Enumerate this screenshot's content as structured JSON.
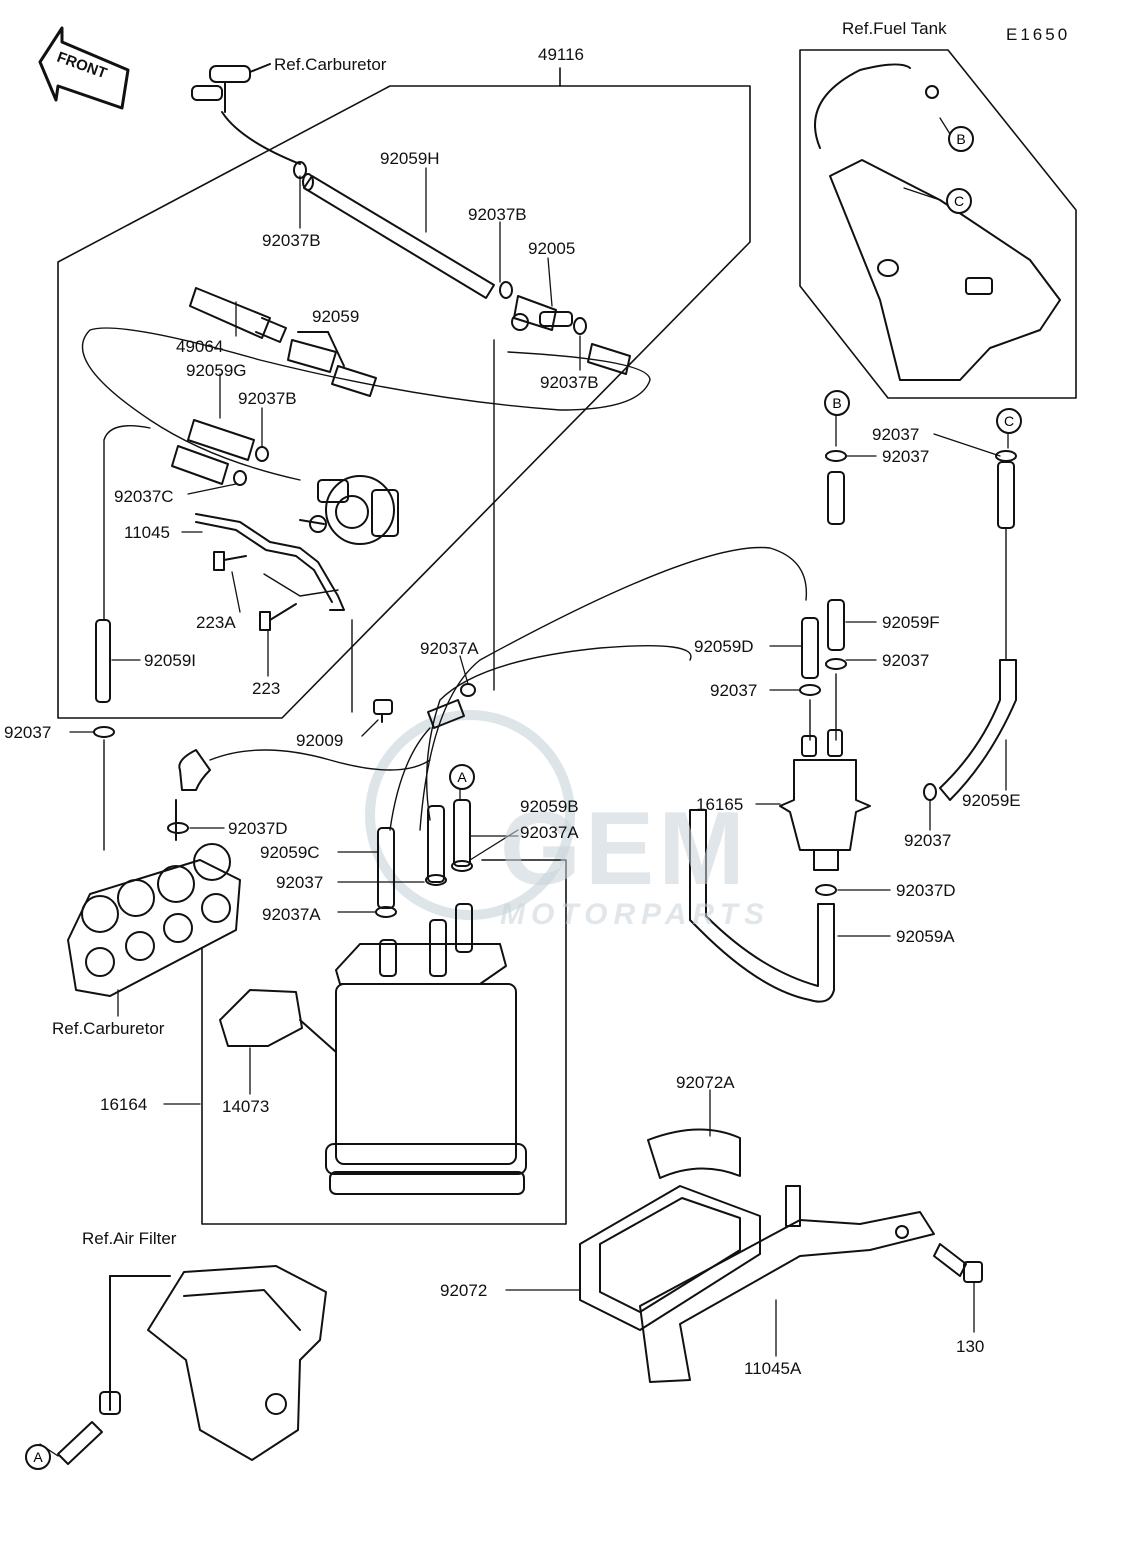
{
  "diagram_code": "E1650",
  "front_label": "FRONT",
  "reference_labels": {
    "carburetor_top": "Ref.Carburetor",
    "carburetor_bottom": "Ref.Carburetor",
    "fuel_tank": "Ref.Fuel Tank",
    "air_filter": "Ref.Air Filter"
  },
  "part_labels": {
    "p49116": "49116",
    "p92059H": "92059H",
    "p92037B_1": "92037B",
    "p92037B_2": "92037B",
    "p92005": "92005",
    "p92059": "92059",
    "p49064": "49064",
    "p92037B_3": "92037B",
    "p92059G": "92059G",
    "p92037B_4": "92037B",
    "p92037C": "92037C",
    "p11045": "11045",
    "p223A": "223A",
    "p223": "223",
    "p92059I": "92059I",
    "p92037_left": "92037",
    "p92009": "92009",
    "p92037A_top": "92037A",
    "p92037D_left": "92037D",
    "p92059C": "92059C",
    "p92037_mid": "92037",
    "p92037A_left": "92037A",
    "p92059B": "92059B",
    "p92037A_right": "92037A",
    "p16164": "16164",
    "p14073": "14073",
    "p92037_r1": "92037",
    "p92037_r2": "92037",
    "p92059F": "92059F",
    "p92059D": "92059D",
    "p92037_r3": "92037",
    "p92037_r4": "92037",
    "p16165": "16165",
    "p92037_r5": "92037",
    "p92059E": "92059E",
    "p92037D_right": "92037D",
    "p92059A": "92059A",
    "p92072A": "92072A",
    "p92072": "92072",
    "p11045A": "11045A",
    "p130": "130"
  },
  "callouts": {
    "A_top": "A",
    "A_bottom": "A",
    "B_tank": "B",
    "B_hose": "B",
    "C_tank": "C",
    "C_hose": "C"
  },
  "watermark": {
    "main": "GEM",
    "sub": "MOTORPARTS"
  },
  "colors": {
    "ink": "#111111",
    "background": "#ffffff",
    "watermark": "#c8d3da"
  }
}
